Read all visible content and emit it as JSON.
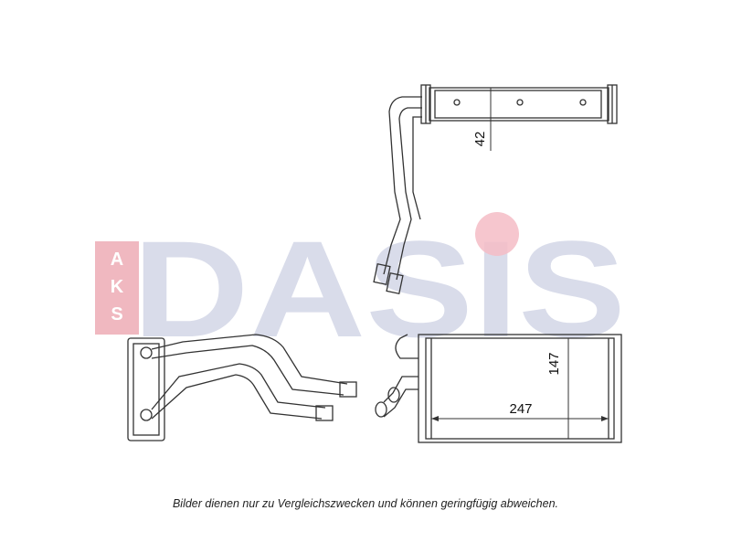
{
  "watermark": {
    "prefix": "AKS",
    "brand": "DASIS",
    "colors": {
      "red_block": "#f0b8c0",
      "letters": "#d9dcea",
      "dot": "#f4bcc6"
    }
  },
  "dimensions": {
    "depth": "42",
    "height": "147",
    "width": "247"
  },
  "caption": "Bilder dienen nur zu Vergleichszwecken und können geringfügig abweichen.",
  "colors": {
    "line": "#333333"
  }
}
